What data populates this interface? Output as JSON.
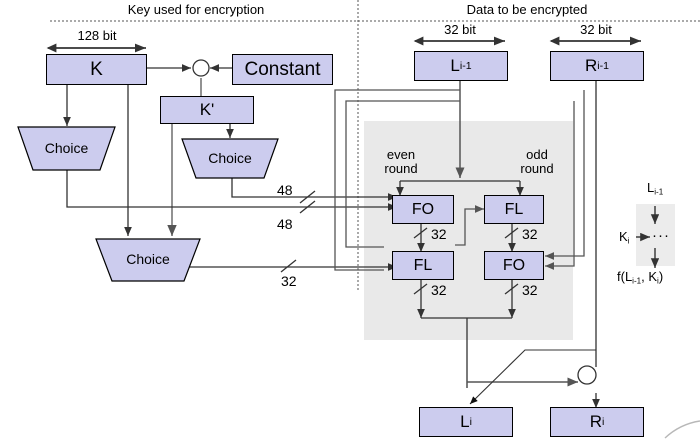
{
  "diagram": {
    "title_left": "Key used for encryption",
    "title_right": "Data to be encrypted",
    "colors": {
      "box_fill": "#ccccee",
      "box_stroke": "#000000",
      "panel_fill": "#e9e9e9",
      "wire_dark": "#333333",
      "wire_gray": "#666666",
      "divider": "#555555"
    }
  },
  "key_side": {
    "width_label": "128 bit",
    "boxes": {
      "k": "K",
      "constant": "Constant",
      "kprime": "K'",
      "choice_1": "Choice",
      "choice_2": "Choice",
      "choice_3": "Choice"
    },
    "xor_symbol": "⊕",
    "wire_labels": {
      "w48_top": "48",
      "w48_bottom": "48",
      "w32": "32"
    }
  },
  "data_side": {
    "width_label_left": "32 bit",
    "width_label_right": "32 bit",
    "input_left": "L",
    "input_left_sub": "i-1",
    "input_right": "R",
    "input_right_sub": "i-1",
    "output_left": "L",
    "output_left_sub": "i",
    "output_right": "R",
    "output_right_sub": "i",
    "xor_symbol": "⊕",
    "round_labels": {
      "even": "even\nround",
      "even_line1": "even",
      "even_line2": "round",
      "odd_line1": "odd",
      "odd_line2": "round"
    },
    "functions": {
      "fo_even": "FO",
      "fl_odd": "FL",
      "fl_even": "FL",
      "fo_odd": "FO"
    },
    "bus_labels": {
      "fo_even_out": "32",
      "fl_odd_out": "32",
      "fl_even_out": "32",
      "fo_odd_out": "32"
    }
  },
  "legend": {
    "top_label": "L",
    "top_sub": "i-1",
    "key_label": "K",
    "key_sub": "i",
    "ellipsis": "···",
    "bottom_label": "f(L",
    "bottom_sub1": "i-1",
    "bottom_mid": ", K",
    "bottom_sub2": "i",
    "bottom_end": ")"
  }
}
